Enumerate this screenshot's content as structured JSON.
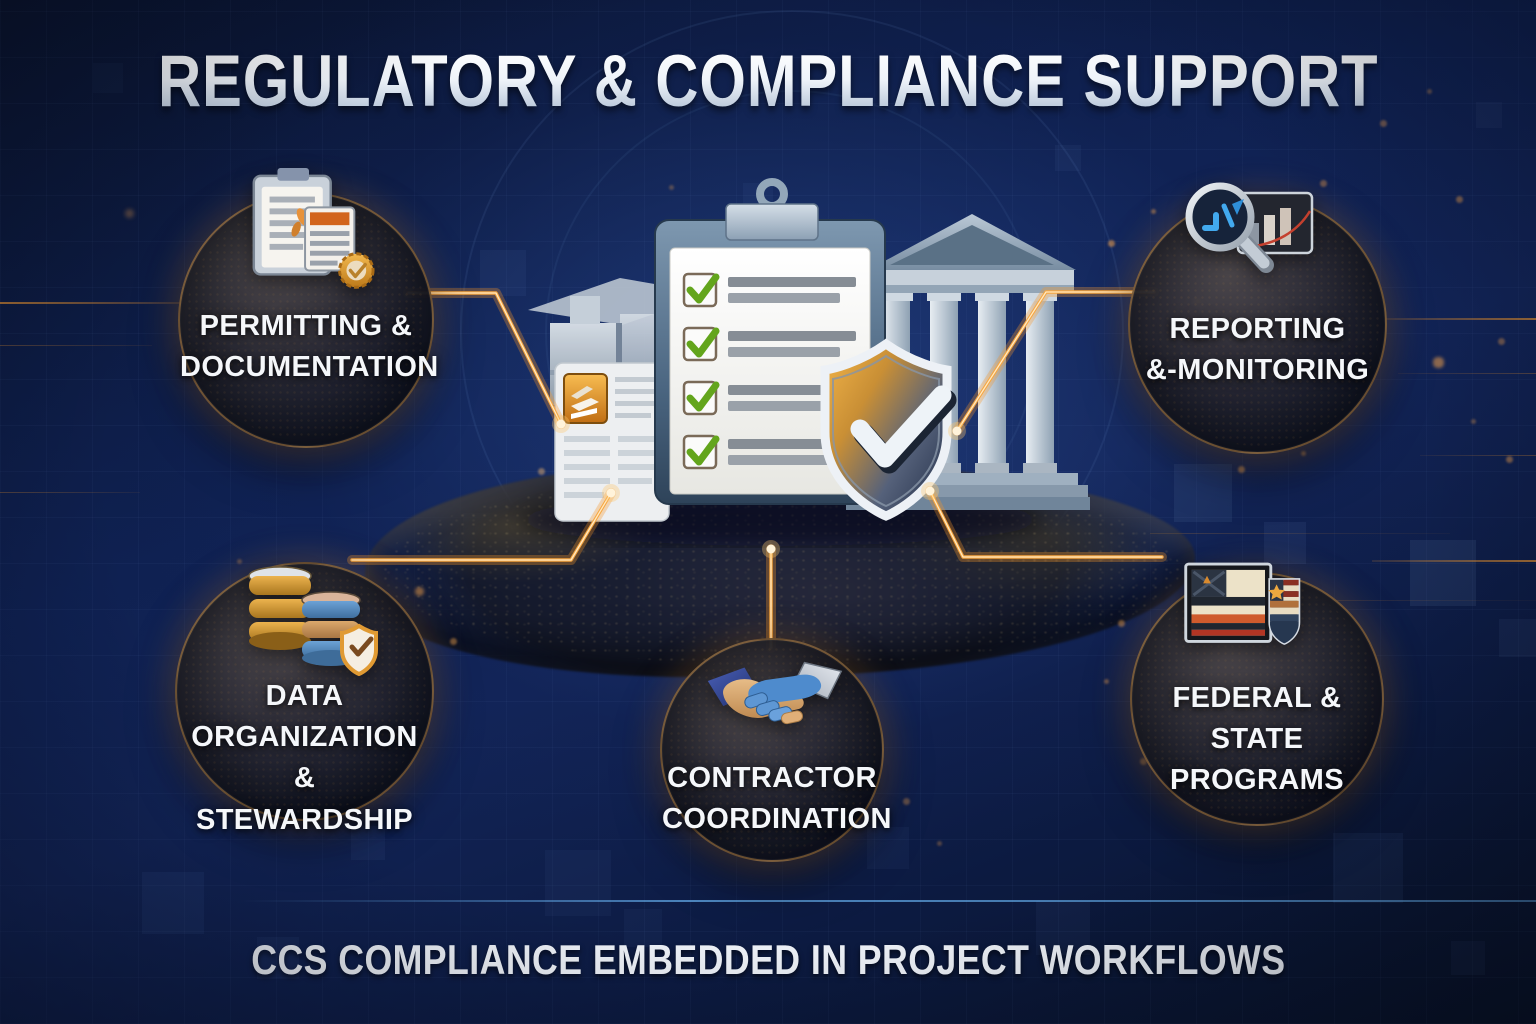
{
  "title": "REGULATORY & COMPLIANCE SUPPORT",
  "caption": "CCS COMPLIANCE EMBEDDED IN PROJECT WORKFLOWS",
  "nodes": [
    {
      "id": "permitting",
      "icon": "clipboard-documents-seal-icon",
      "label_lines": [
        "PERMITTING &",
        "DOCUMENTATION"
      ]
    },
    {
      "id": "reporting",
      "icon": "magnifier-bar-chart-icon",
      "label_lines": [
        "REPORTING",
        "&-MONITORING"
      ]
    },
    {
      "id": "data-organization",
      "icon": "database-shield-icon",
      "label_lines": [
        "DATA",
        "ORGANIZATION &",
        "STEWARDSHIP"
      ]
    },
    {
      "id": "contractor",
      "icon": "handshake-icon",
      "label_lines": [
        "CONTRACTOR",
        "COORDINATION"
      ]
    },
    {
      "id": "federal-state",
      "icon": "us-flags-icon",
      "label_lines": [
        "FEDERAL & STATE",
        "PROGRAMS"
      ]
    }
  ],
  "center_scene": {
    "icons": [
      "checklist-clipboard-icon",
      "shield-checkmark-icon",
      "government-building-icon",
      "industrial-facility-icon",
      "document-card-icon"
    ]
  },
  "colors": {
    "background_navy": "#0f2152",
    "glow_orange": "#f7a63f",
    "title_silver": "#eef3f9",
    "check_green": "#63a51c"
  }
}
